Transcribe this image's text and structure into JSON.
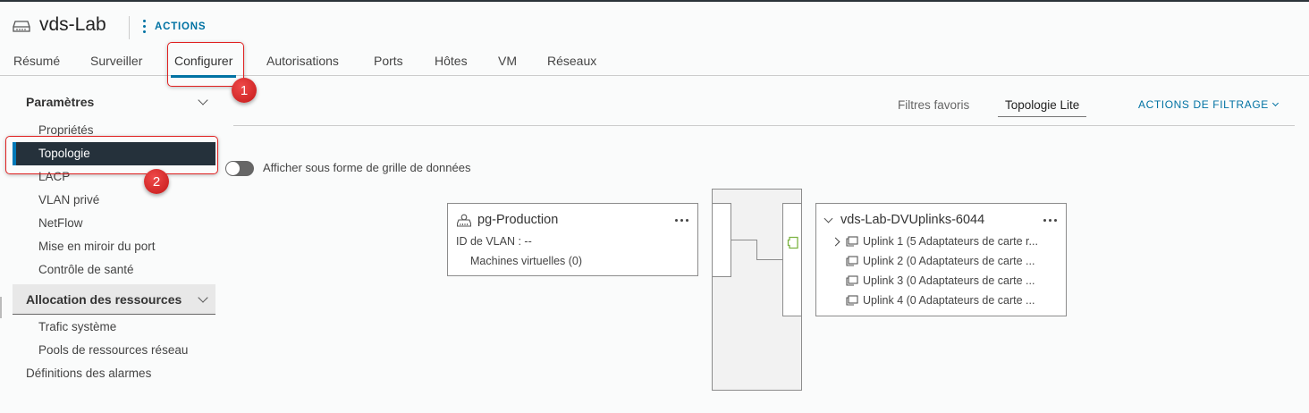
{
  "header": {
    "object_icon": "distributed-switch-icon",
    "title": "vds-Lab",
    "actions_label": "ACTIONS"
  },
  "tabs": [
    {
      "label": "Résumé",
      "active": false
    },
    {
      "label": "Surveiller",
      "active": false
    },
    {
      "label": "Configurer",
      "active": true
    },
    {
      "label": "Autorisations",
      "active": false
    },
    {
      "label": "Ports",
      "active": false
    },
    {
      "label": "Hôtes",
      "active": false
    },
    {
      "label": "VM",
      "active": false
    },
    {
      "label": "Réseaux",
      "active": false
    }
  ],
  "callouts": [
    {
      "number": "1",
      "target": "Configurer"
    },
    {
      "number": "2",
      "target": "Topologie"
    }
  ],
  "sidebar": {
    "sections": [
      {
        "title": "Paramètres",
        "expanded": true,
        "items": [
          {
            "label": "Propriétés"
          },
          {
            "label": "Topologie",
            "active": true
          },
          {
            "label": "LACP"
          },
          {
            "label": "VLAN privé"
          },
          {
            "label": "NetFlow"
          },
          {
            "label": "Mise en miroir du port"
          },
          {
            "label": "Contrôle de santé"
          }
        ]
      },
      {
        "title": "Allocation des ressources",
        "expanded": true,
        "items": [
          {
            "label": "Trafic système"
          },
          {
            "label": "Pools de ressources réseau"
          }
        ]
      }
    ],
    "standalone_items": [
      {
        "label": "Définitions des alarmes"
      }
    ]
  },
  "filters": {
    "favorites_label": "Filtres favoris",
    "active_filter": "Topologie Lite",
    "actions_label": "ACTIONS DE FILTRAGE"
  },
  "toggle": {
    "label": "Afficher sous forme de grille de données",
    "on": false
  },
  "topology": {
    "portgroup": {
      "icon": "portgroup-icon",
      "name": "pg-Production",
      "vlan": "ID de VLAN : --",
      "vms": "Machines virtuelles (0)"
    },
    "uplink_group": {
      "name": "vds-Lab-DVUplinks-6044",
      "uplinks": [
        {
          "label": "Uplink 1 (5 Adaptateurs de carte r...",
          "expandable": true
        },
        {
          "label": "Uplink 2 (0 Adaptateurs de carte ...",
          "expandable": false
        },
        {
          "label": "Uplink 3 (0 Adaptateurs de carte ...",
          "expandable": false
        },
        {
          "label": "Uplink 4 (0 Adaptateurs de carte ...",
          "expandable": false
        }
      ]
    },
    "colors": {
      "link_port": "#7cb342",
      "border": "#8c8c8c",
      "switch_fill": "#f2f2f2"
    }
  },
  "colors": {
    "accent": "#0072a3",
    "active_nav_bg": "#25313b",
    "callout_red": "#e02020"
  }
}
